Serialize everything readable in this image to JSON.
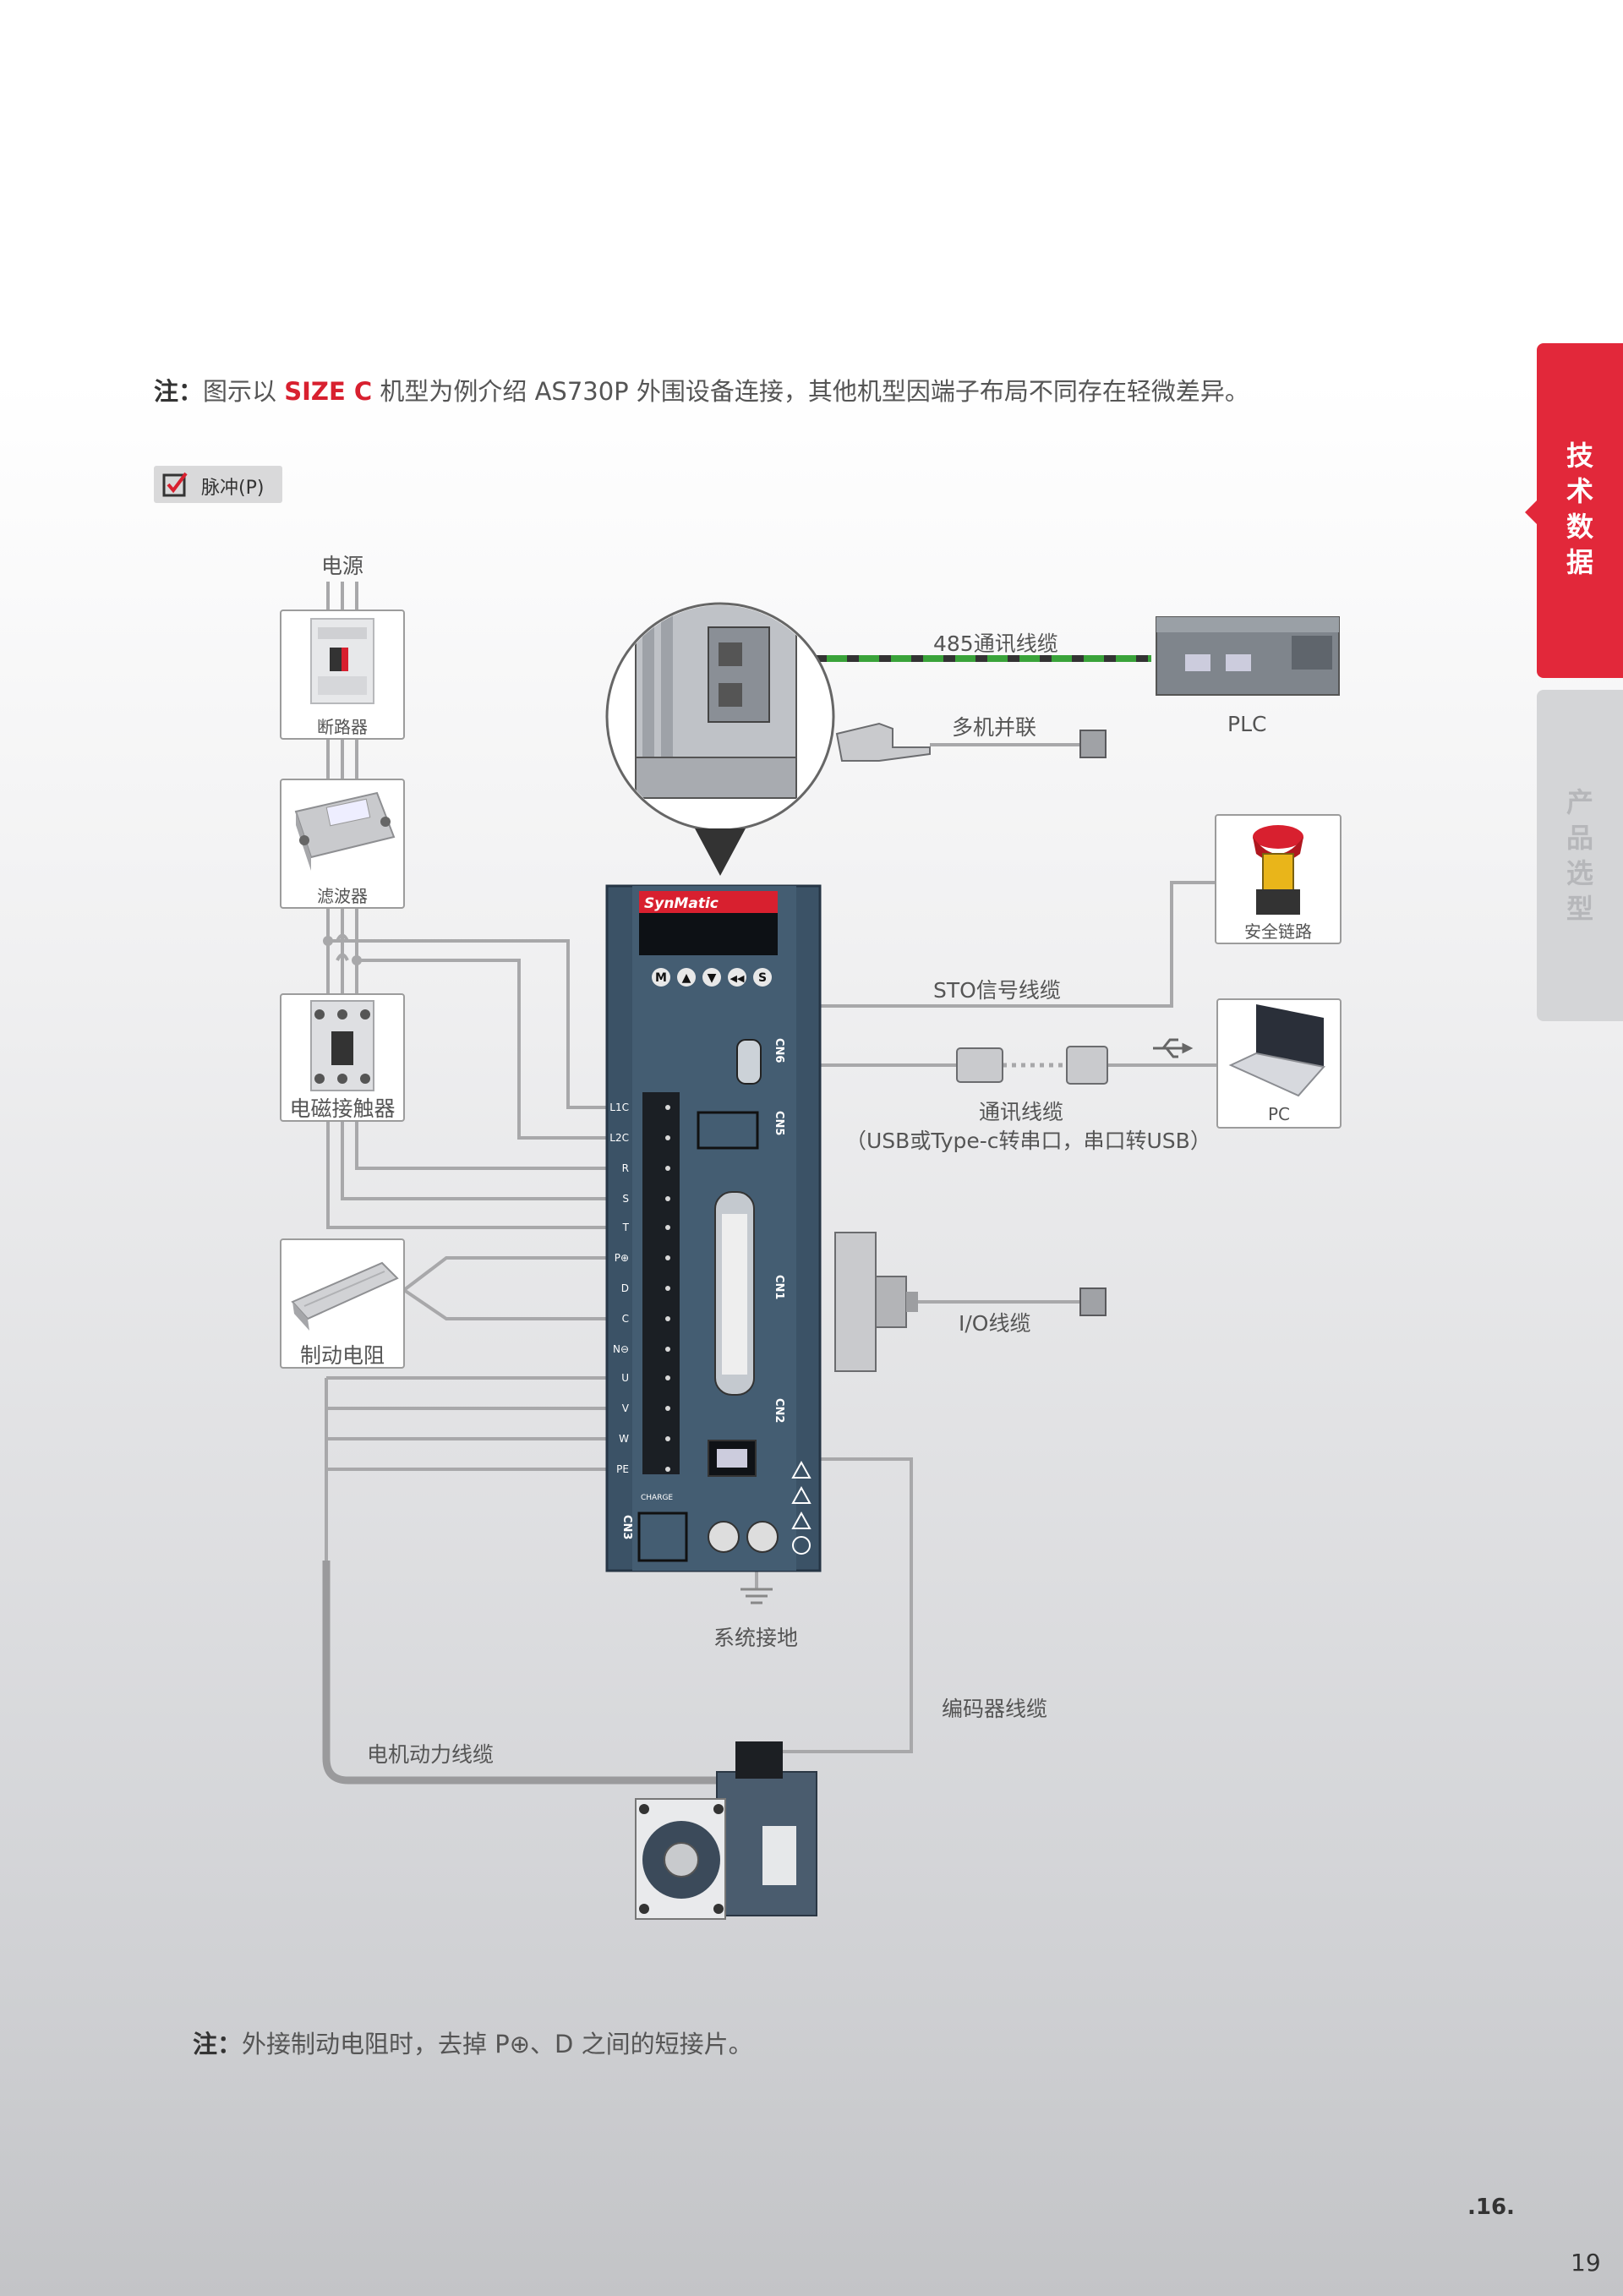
{
  "note_top": {
    "label": "注：",
    "prefix": "图示以 ",
    "highlight": "SIZE C",
    "suffix": " 机型为例介绍 AS730P 外围设备连接，其他机型因端子布局不同存在轻微差异。"
  },
  "mode": {
    "label": "脉冲(P)"
  },
  "tabs": [
    {
      "label": "技术数据"
    },
    {
      "label": "产品选型"
    }
  ],
  "power": {
    "label": "电源"
  },
  "breaker": {
    "label": "断路器"
  },
  "filter": {
    "label": "滤波器"
  },
  "contactor": {
    "label": "电磁接触器"
  },
  "brake_resistor": {
    "label": "制动电阻"
  },
  "plc": {
    "label": "PLC"
  },
  "safety": {
    "label": "安全链路"
  },
  "pc": {
    "label": "PC"
  },
  "cables": {
    "rs485": "485通讯线缆",
    "multi": "多机并联",
    "sto": "STO信号线缆",
    "comm": "通讯线缆",
    "comm_sub": "（USB或Type-c转串口，串口转USB）",
    "io": "I/O线缆",
    "ground": "系统接地",
    "encoder": "编码器线缆",
    "motor_power": "电机动力线缆"
  },
  "drive": {
    "brand": "SynMatic",
    "keys": [
      "M",
      "▲",
      "▼",
      "◀◀",
      "S"
    ],
    "terminals": [
      "L1C",
      "L2C",
      "R",
      "S",
      "T",
      "P⊕",
      "D",
      "C",
      "N⊖",
      "U",
      "V",
      "W",
      "PE"
    ],
    "ports": [
      "CN6",
      "CN5",
      "CN1",
      "CN2",
      "CN3"
    ],
    "charge": "CHARGE"
  },
  "note_bottom": {
    "label": "注：",
    "text": "外接制动电阻时，去掉 P⊕、D 之间的短接片。"
  },
  "footer": {
    "page_code": ".16.",
    "page_number": "19"
  },
  "colors": {
    "accent": "#e2283a",
    "drive_body": "#3b5266",
    "rs485_green": "#3aa33a",
    "wire": "#a8a8aa"
  }
}
